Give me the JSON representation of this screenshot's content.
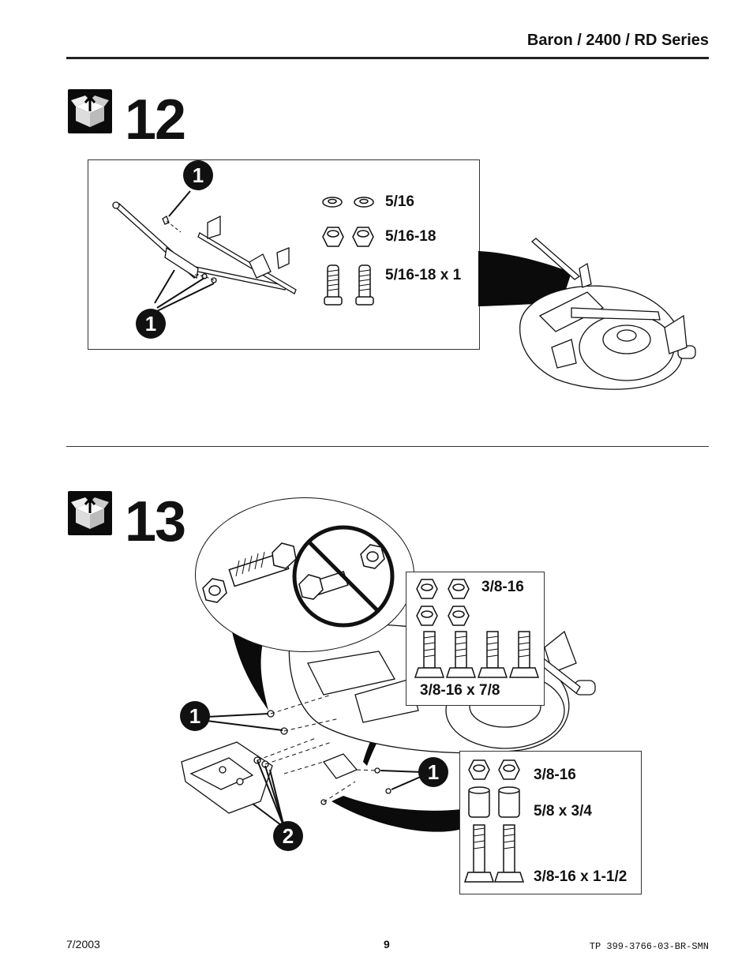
{
  "header": {
    "title": "Baron / 2400 / RD Series"
  },
  "steps": [
    {
      "number": "12",
      "callouts": [
        "1",
        "1"
      ],
      "parts": [
        {
          "label": "5/16"
        },
        {
          "label": "5/16-18"
        },
        {
          "label": "5/16-18 x 1"
        }
      ]
    },
    {
      "number": "13",
      "callouts": [
        "1",
        "1",
        "2"
      ],
      "parts_box_a": [
        {
          "label": "3/8-16"
        },
        {
          "label": "3/8-16 x 7/8"
        }
      ],
      "parts_box_b": [
        {
          "label": "3/8-16"
        },
        {
          "label": "5/8 x 3/4"
        },
        {
          "label": "3/8-16 x 1-1/2"
        }
      ]
    }
  ],
  "footer": {
    "date": "7/2003",
    "page_number": "9",
    "doc_code": "TP 399-3766-03-BR-SMN"
  }
}
